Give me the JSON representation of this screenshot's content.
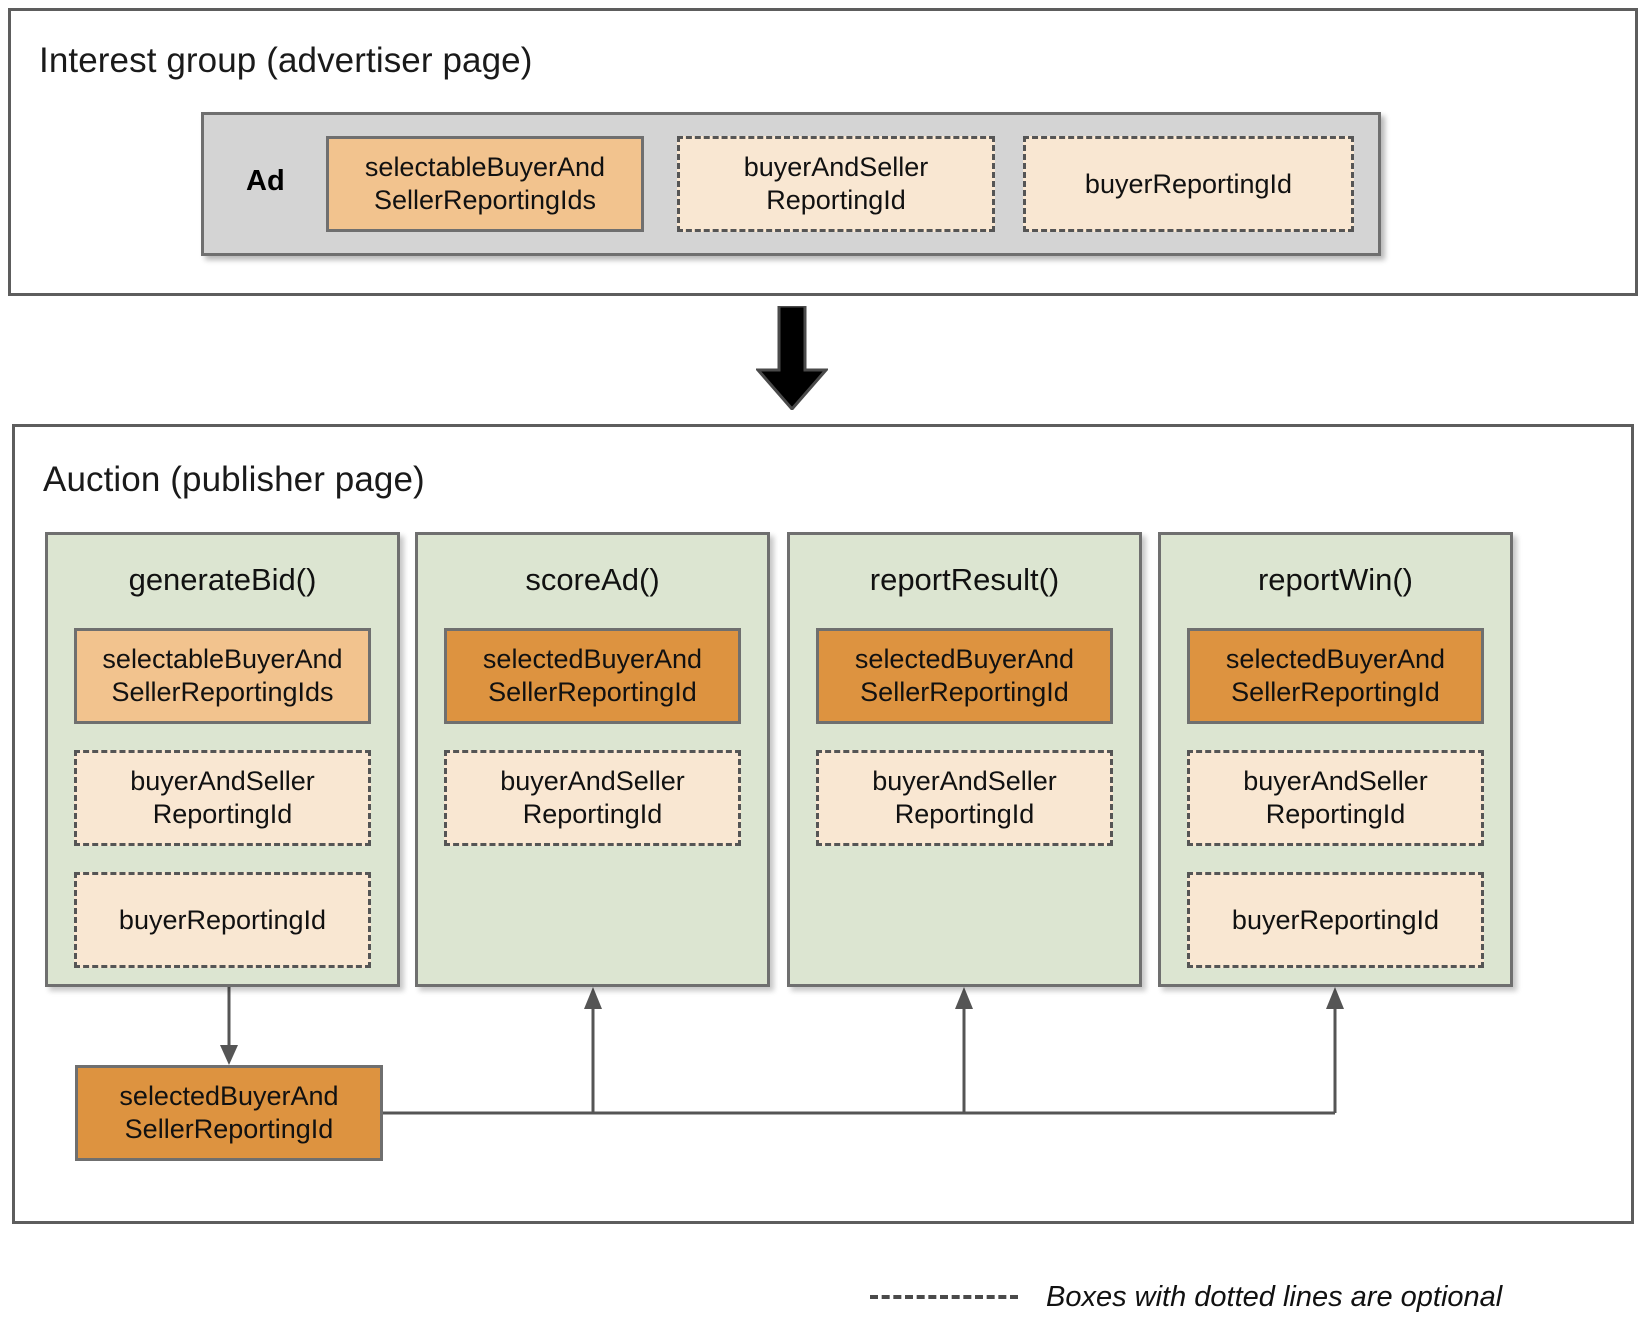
{
  "sections": {
    "interest_group": {
      "title": "Interest group (advertiser page)",
      "ad_label": "Ad",
      "boxes": [
        {
          "label": "selectableBuyerAnd\nSellerReportingIds",
          "style": "solid-mid-orange"
        },
        {
          "label": "buyerAndSeller\nReportingId",
          "style": "dashed-light-peach"
        },
        {
          "label": "buyerReportingId",
          "style": "dashed-light-peach"
        }
      ]
    },
    "auction": {
      "title": "Auction (publisher page)",
      "columns": [
        {
          "name": "generateBid()",
          "boxes": [
            {
              "label": "selectableBuyerAnd\nSellerReportingIds",
              "style": "solid-mid-orange"
            },
            {
              "label": "buyerAndSeller\nReportingId",
              "style": "dashed-light-peach"
            },
            {
              "label": "buyerReportingId",
              "style": "dashed-light-peach"
            }
          ]
        },
        {
          "name": "scoreAd()",
          "boxes": [
            {
              "label": "selectedBuyerAnd\nSellerReportingId",
              "style": "solid-dark-orange"
            },
            {
              "label": "buyerAndSeller\nReportingId",
              "style": "dashed-light-peach"
            }
          ]
        },
        {
          "name": "reportResult()",
          "boxes": [
            {
              "label": "selectedBuyerAnd\nSellerReportingId",
              "style": "solid-dark-orange"
            },
            {
              "label": "buyerAndSeller\nReportingId",
              "style": "dashed-light-peach"
            }
          ]
        },
        {
          "name": "reportWin()",
          "boxes": [
            {
              "label": "selectedBuyerAnd\nSellerReportingId",
              "style": "solid-dark-orange"
            },
            {
              "label": "buyerAndSeller\nReportingId",
              "style": "dashed-light-peach"
            },
            {
              "label": "buyerReportingId",
              "style": "dashed-light-peach"
            }
          ]
        }
      ],
      "output_box": {
        "label": "selectedBuyerAnd\nSellerReportingId",
        "style": "solid-dark-orange"
      }
    }
  },
  "legend": {
    "text": "Boxes with dotted lines are optional"
  },
  "flow_arrow": {
    "name": "down-arrow",
    "direction": "down"
  },
  "colors": {
    "mid_orange": "#f2c38e",
    "dark_orange": "#dd9340",
    "light_peach": "#f9e7d2",
    "green_panel": "#dce5d1",
    "grey_panel": "#d4d4d4",
    "border_grey": "#6f6f6f",
    "outer_border": "#5d5d5d"
  }
}
